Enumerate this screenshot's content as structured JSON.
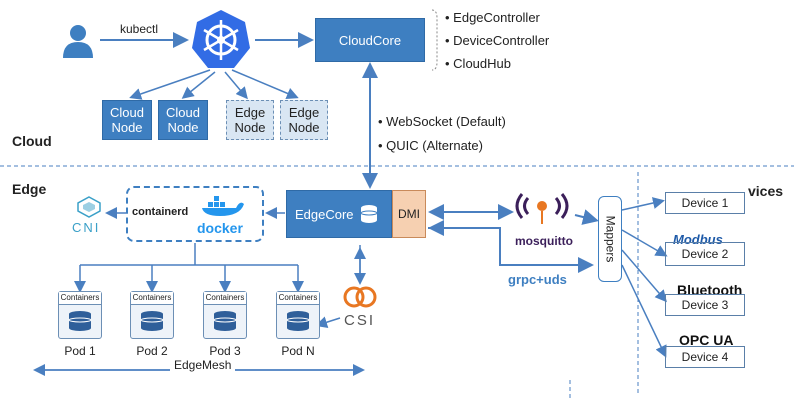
{
  "cloud": {
    "section_label": "Cloud",
    "kubectl_label": "kubectl",
    "cloudcore_label": "CloudCore",
    "cloudcore_components": [
      "• EdgeController",
      "• DeviceController",
      "• CloudHub"
    ],
    "nodes": [
      {
        "line1": "Cloud",
        "line2": "Node"
      },
      {
        "line1": "Cloud",
        "line2": "Node"
      },
      {
        "line1": "Edge",
        "line2": "Node"
      },
      {
        "line1": "Edge",
        "line2": "Node"
      }
    ],
    "protocols": [
      "• WebSocket (Default)",
      "• QUIC (Alternate)"
    ]
  },
  "edge": {
    "section_label": "Edge",
    "edgecore_label": "EdgeCore",
    "dmi_label": "DMI",
    "cni_label": "CNI",
    "csi_label": "CSI",
    "containerd_label": "containerd",
    "docker_label": "docker",
    "mosquitto_label": "mosquitto",
    "grpc_label": "grpc+uds",
    "mappers_label": "Mappers",
    "container_header": "Containers",
    "pods": [
      "Pod 1",
      "Pod 2",
      "Pod 3",
      "Pod N"
    ],
    "edgemesh_label": "EdgeMesh",
    "devices_title": "vices",
    "devices": [
      {
        "brand": "",
        "label": "Device 1"
      },
      {
        "brand": "Modbus",
        "label": "Device 2"
      },
      {
        "brand": "Bluetooth",
        "label": "Device 3"
      },
      {
        "brand": "OPC UA",
        "label": "Device 4"
      }
    ]
  },
  "colors": {
    "primary_blue": "#3e7fc1",
    "dmi_orange": "#f6d0b1",
    "arrow_blue": "#4a7fc0",
    "csi_orange": "#e87722",
    "mosquitto_purple": "#3b1f5a"
  }
}
